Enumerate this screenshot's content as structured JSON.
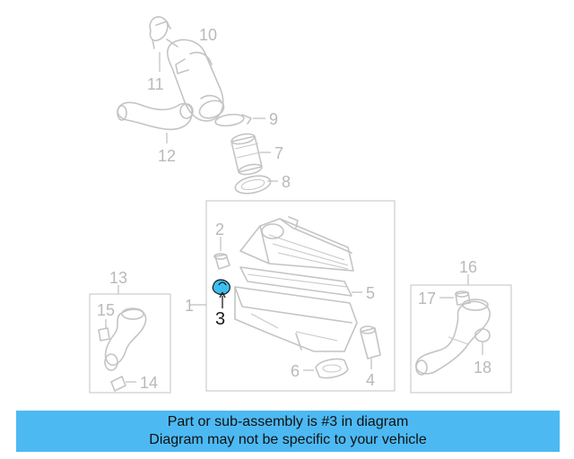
{
  "diagram": {
    "labels": {
      "p1": "1",
      "p2": "2",
      "p3": "3",
      "p4": "4",
      "p5": "5",
      "p6": "6",
      "p7": "7",
      "p8": "8",
      "p9": "9",
      "p10": "10",
      "p11": "11",
      "p12": "12",
      "p13": "13",
      "p14": "14",
      "p15": "15",
      "p16": "16",
      "p17": "17",
      "p18": "18"
    },
    "highlighted_part": "3",
    "highlight_color": "#3dbef0"
  },
  "banner": {
    "line1": "Part or sub-assembly is #3 in diagram",
    "line2": "Diagram may not be specific to your vehicle",
    "background": "#4db9f3"
  }
}
